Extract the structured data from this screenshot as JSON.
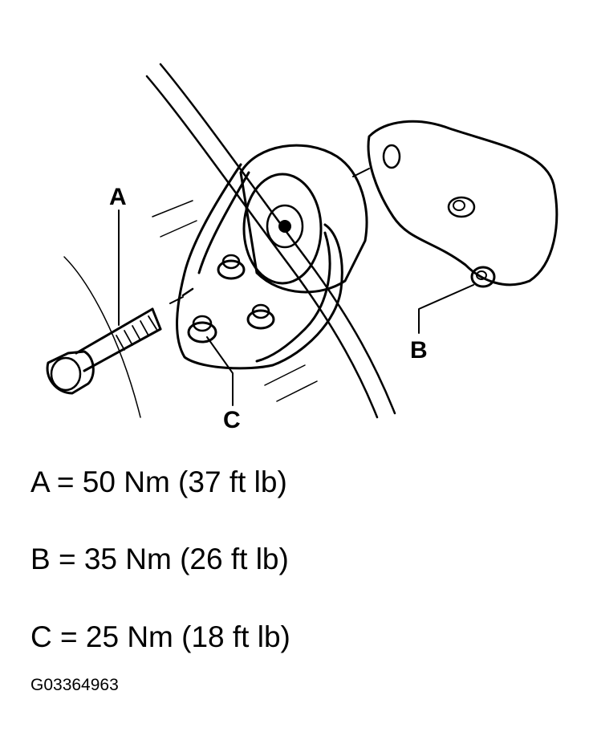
{
  "callouts": {
    "a": "A",
    "b": "B",
    "c": "C"
  },
  "specs": [
    "A = 50 Nm (37 ft lb)",
    "B = 35 Nm (26 ft lb)",
    "C = 25 Nm (18 ft lb)"
  ],
  "figure_id": "G03364963"
}
